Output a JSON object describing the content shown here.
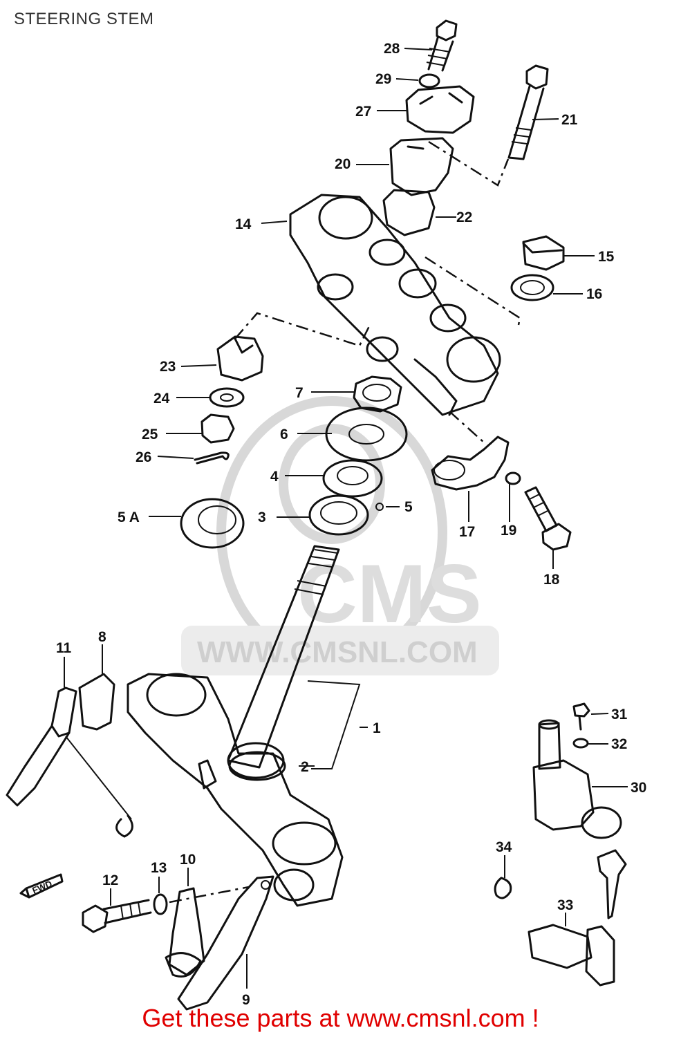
{
  "title": "STEERING STEM",
  "footer": "Get these parts at www.cmsnl.com !",
  "watermark": {
    "brand": "CMS",
    "url": "WWW.CMSNL.COM"
  },
  "arrow_label": "FWD",
  "part_labels": {
    "p1": "1",
    "p2": "2",
    "p3": "3",
    "p4": "4",
    "p5": "5",
    "p5a": "5 A",
    "p6": "6",
    "p7": "7",
    "p8": "8",
    "p9": "9",
    "p10": "10",
    "p11": "11",
    "p12": "12",
    "p13": "13",
    "p14": "14",
    "p15": "15",
    "p16": "16",
    "p17": "17",
    "p18": "18",
    "p19": "19",
    "p20": "20",
    "p21": "21",
    "p22": "22",
    "p23": "23",
    "p24": "24",
    "p25": "25",
    "p26": "26",
    "p27": "27",
    "p28": "28",
    "p29": "29",
    "p30": "30",
    "p31": "31",
    "p32": "32",
    "p33": "33",
    "p34": "34"
  },
  "colors": {
    "footer": "#e00000",
    "ink": "#111111",
    "watermark": "#d8d8d8"
  }
}
